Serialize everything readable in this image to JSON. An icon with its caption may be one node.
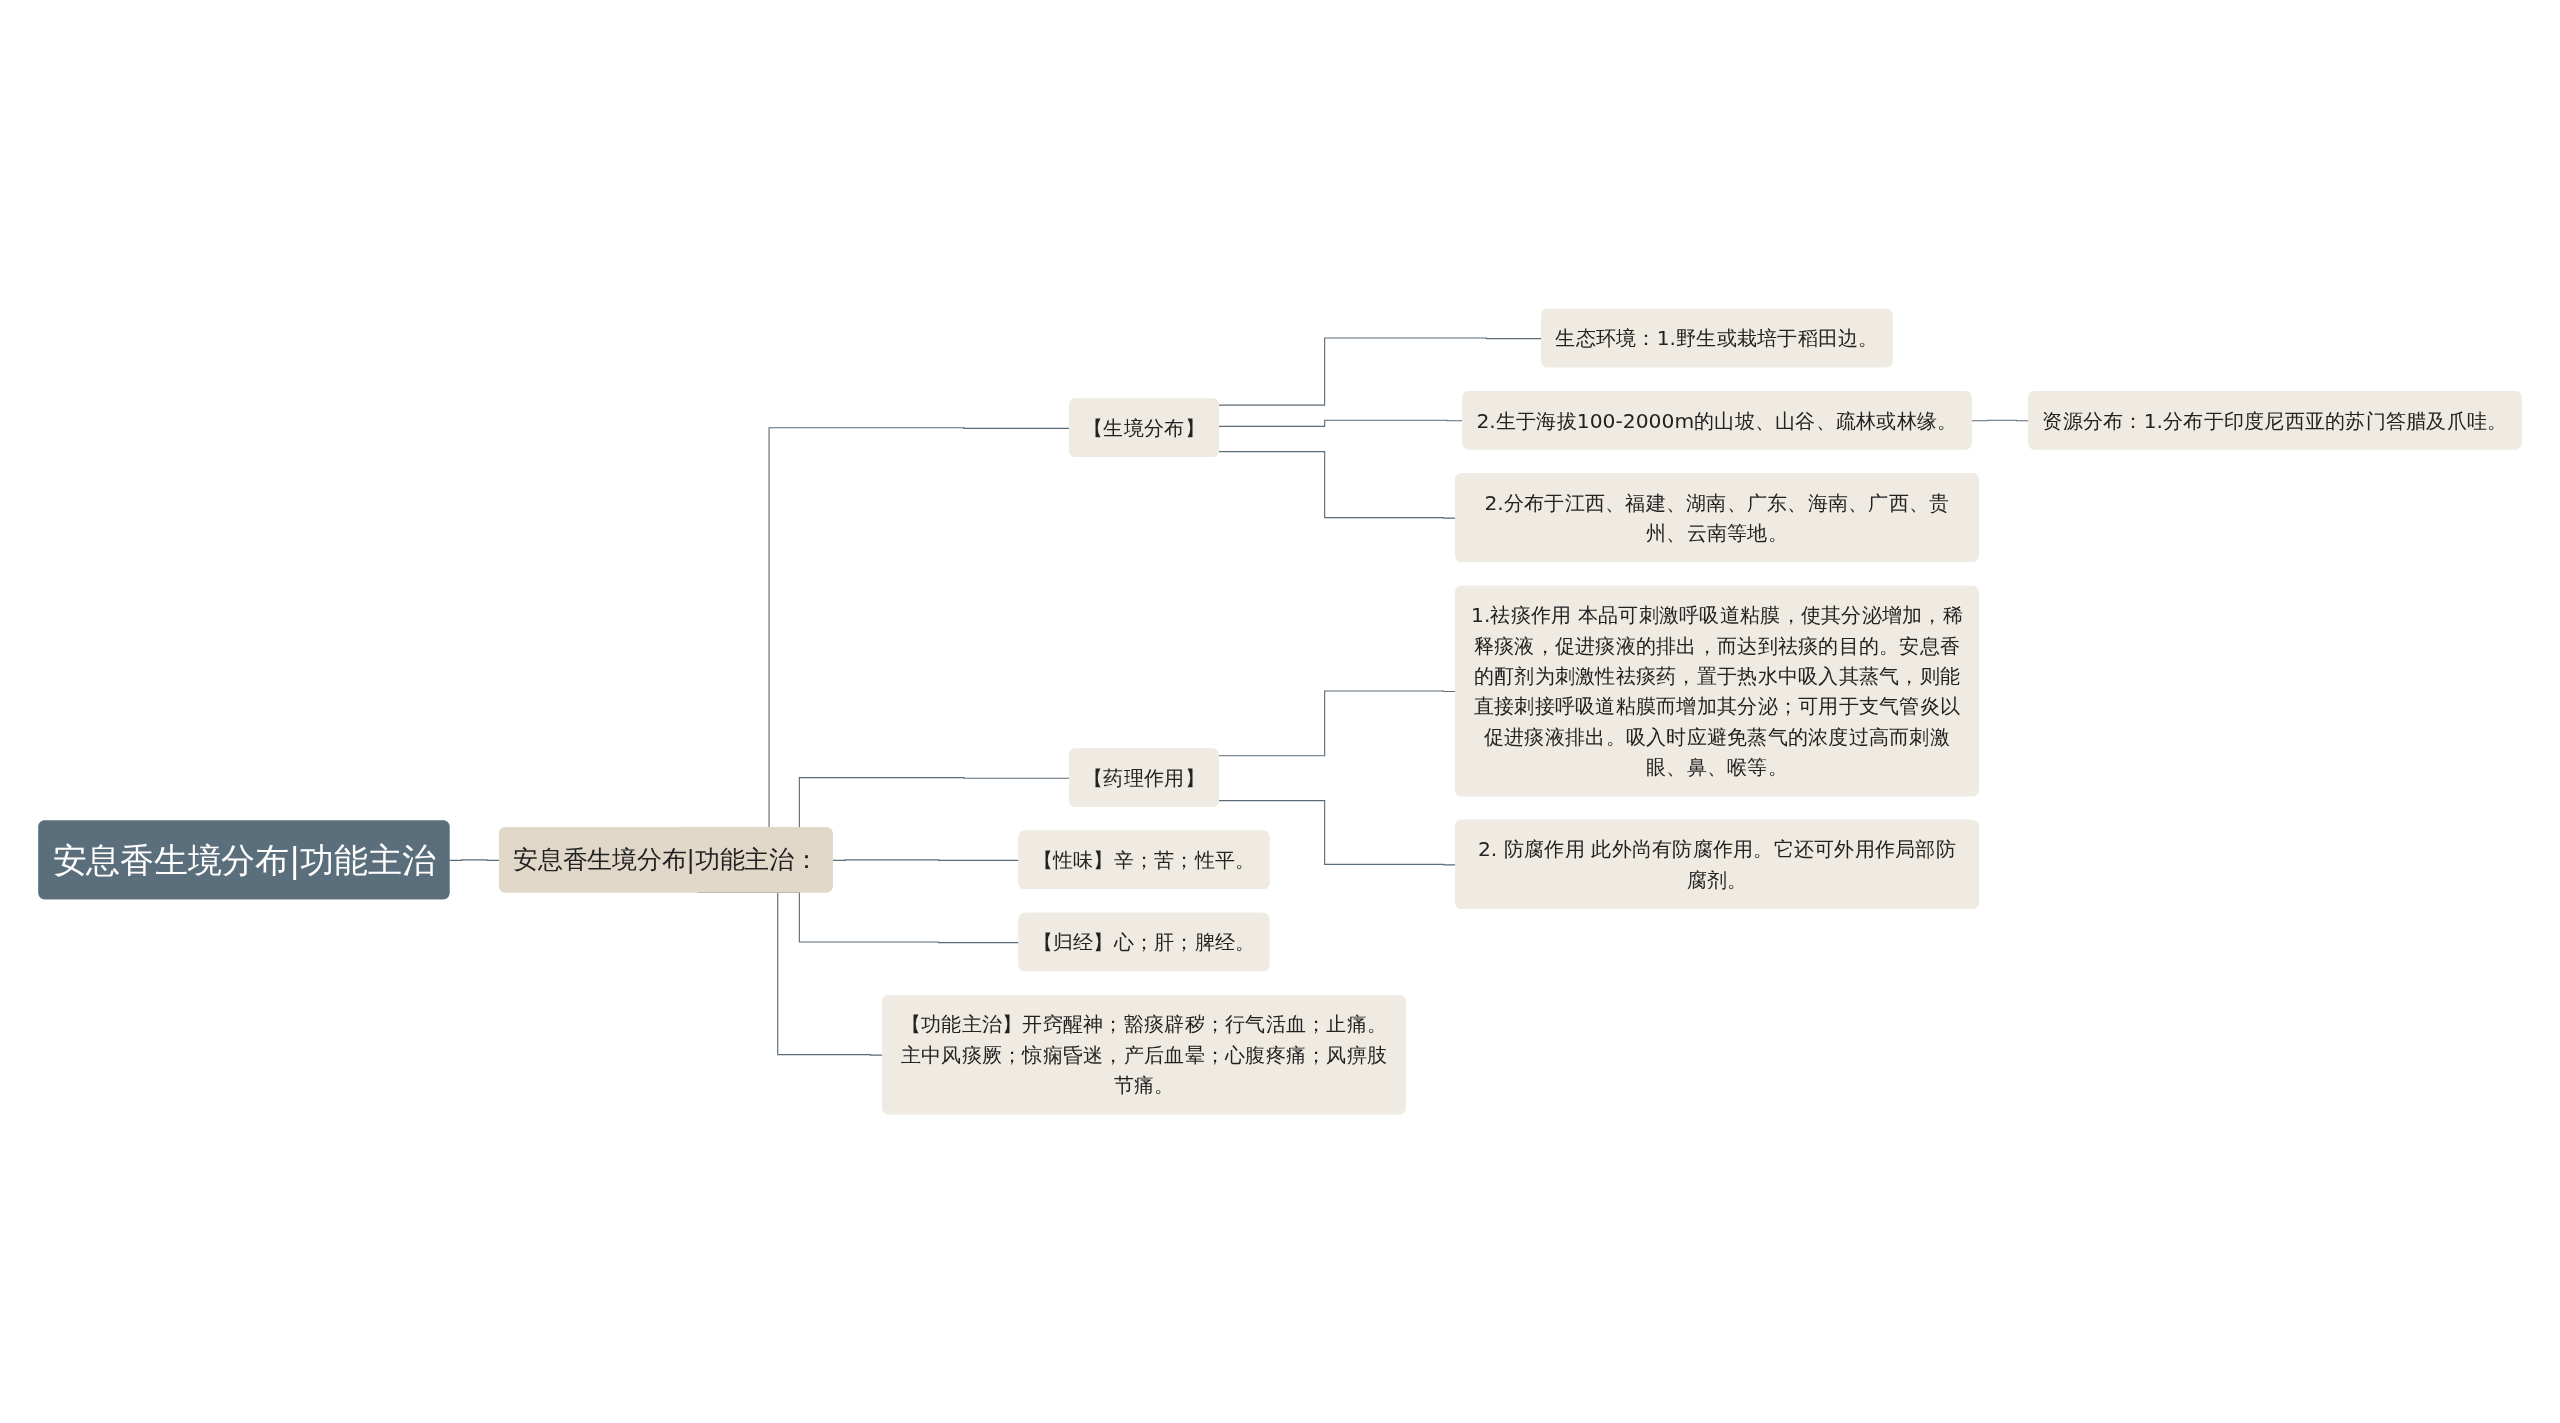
{
  "diagram": {
    "nodes": [
      {
        "text": [
          "安息香生境分布|功能主治"
        ]
      },
      {
        "text": [
          "安息香生境分布|功能主治："
        ]
      },
      {
        "text": [
          "【生境分布】"
        ]
      },
      {
        "text": [
          "生态环境：1.野生或栽培于稻田边。"
        ]
      },
      {
        "text": [
          "2.生于海拔100-2000m的山坡、山谷、疏林或林缘。"
        ]
      },
      {
        "text": [
          "资源分布：1.分布于印度尼西亚的苏门答腊及爪哇。"
        ]
      },
      {
        "text": [
          "2.分布于江西、福建、湖南、广东、海南、广西、贵州、云南等地。"
        ]
      },
      {
        "text": [
          "【药理作用】"
        ]
      },
      {
        "text": [
          "1.祛痰作用 本品可刺激呼吸道粘膜，使其分泌增加，稀释痰液，促进痰液的排出，而达到祛痰的目的。安息香的酊剂为刺激性祛痰药，置于热水中吸入其蒸气，则能直接刺接呼吸道粘膜而增加其分泌；可用于支气管炎以促进痰液排出。吸入时应避免蒸气的浓度过高而刺激眼、鼻、喉等。"
        ]
      },
      {
        "text": [
          "2. 防腐作用 此外尚有防腐作用。它还可外用作局部防腐剂。"
        ]
      },
      {
        "text": [
          "【性味】辛；苦；性平。"
        ]
      },
      {
        "text": [
          "【归经】心；肝；脾经。"
        ]
      },
      {
        "text": [
          "【功能主治】开窍醒神；豁痰辟秽；行气活血；止痛。主中风痰厥；惊痫昏迷，产后血晕；心腹疼痛；风痹肢节痛。"
        ]
      }
    ],
    "edges": [
      {
        "from": 0,
        "to": 1,
        "arrow": "none"
      },
      {
        "from": 1,
        "to": 2,
        "arrow": "none"
      },
      {
        "from": 2,
        "to": 3,
        "arrow": "none"
      },
      {
        "from": 2,
        "to": 4,
        "arrow": "none"
      },
      {
        "from": 4,
        "to": 5,
        "arrow": "none"
      },
      {
        "from": 2,
        "to": 6,
        "arrow": "none"
      },
      {
        "from": 1,
        "to": 7,
        "arrow": "none"
      },
      {
        "from": 7,
        "to": 8,
        "arrow": "none"
      },
      {
        "from": 7,
        "to": 9,
        "arrow": "none"
      },
      {
        "from": 1,
        "to": 10,
        "arrow": "none"
      },
      {
        "from": 1,
        "to": 11,
        "arrow": "none"
      },
      {
        "from": 1,
        "to": 12,
        "arrow": "none"
      }
    ]
  }
}
